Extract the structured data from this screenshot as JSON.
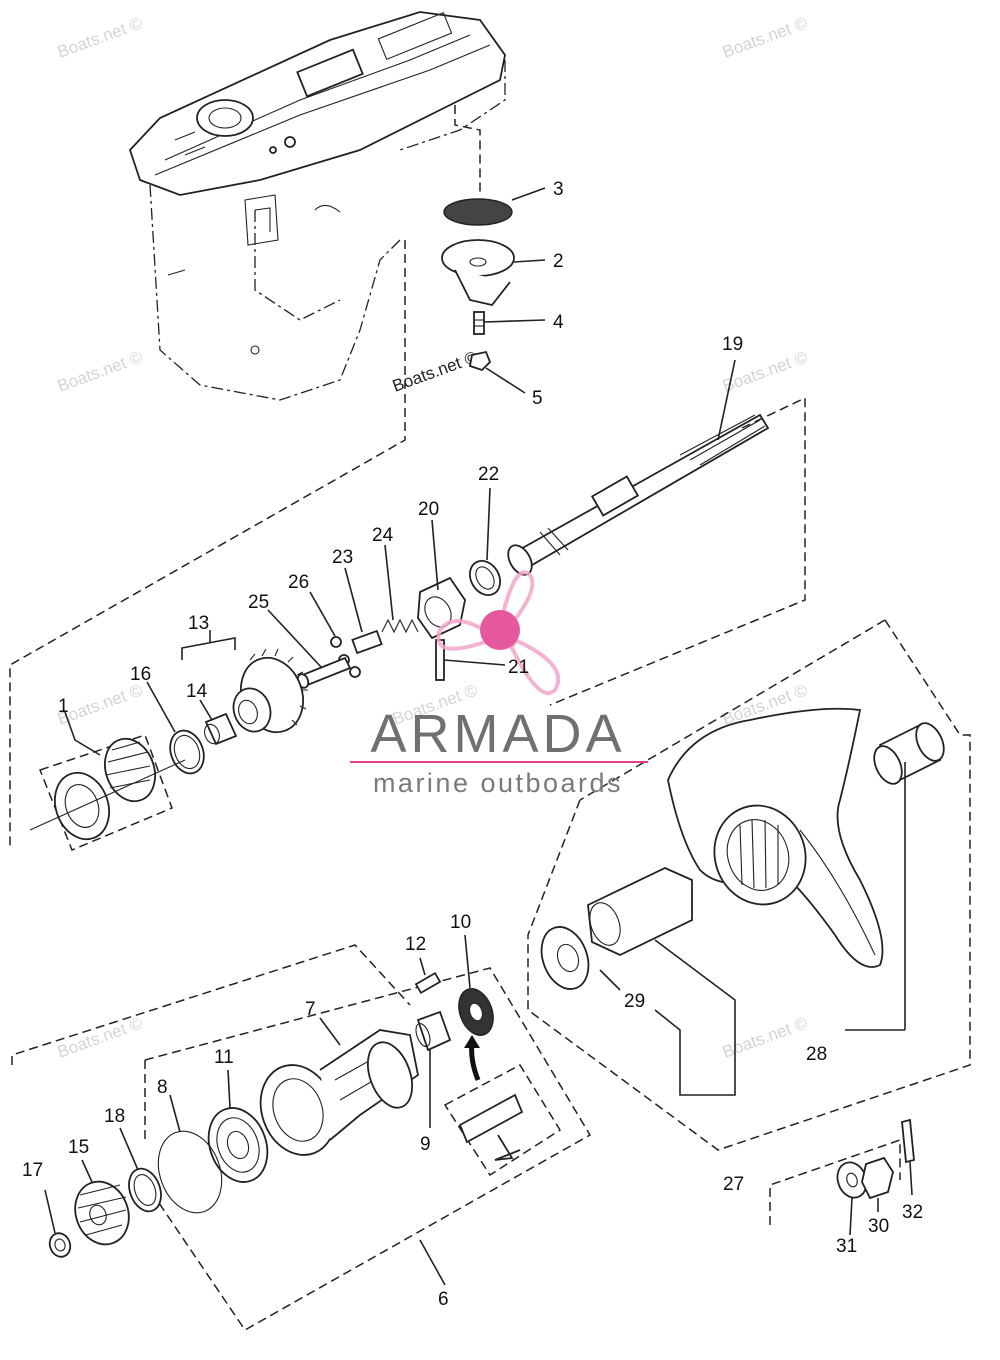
{
  "watermark": {
    "text": "Boats.net ©",
    "inline_text": "Boats.net ©"
  },
  "brand": {
    "name": "ARMADA",
    "tagline": "marine outboards",
    "accent": "#e23c8e",
    "accent_light": "#f2a7cc"
  },
  "callouts": {
    "p1": "1",
    "p2": "2",
    "p3": "3",
    "p4": "4",
    "p5": "5",
    "p6": "6",
    "p7": "7",
    "p8": "8",
    "p9": "9",
    "p10": "10",
    "p11": "11",
    "p12": "12",
    "p13": "13",
    "p14": "14",
    "p15": "15",
    "p16": "16",
    "p17": "17",
    "p18": "18",
    "p19": "19",
    "p20": "20",
    "p21": "21",
    "p22": "22",
    "p23": "23",
    "p24": "24",
    "p25": "25",
    "p26": "26",
    "p27": "27",
    "p28": "28",
    "p29": "29",
    "p30": "30",
    "p31": "31",
    "p32": "32"
  }
}
